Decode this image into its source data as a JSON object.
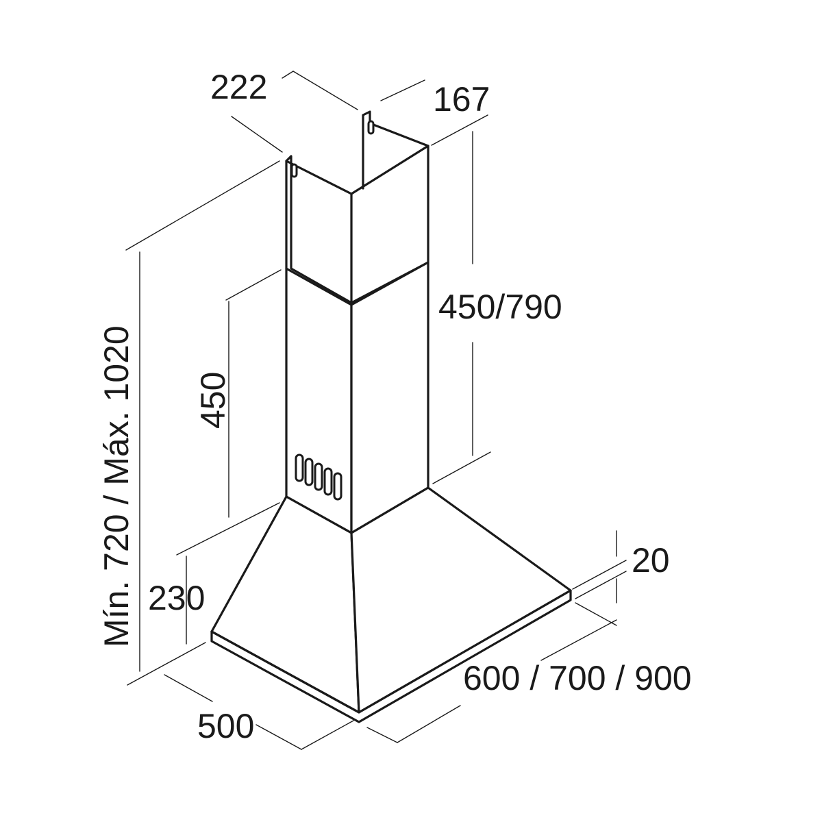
{
  "colors": {
    "ink": "#1a1a1a",
    "background": "#ffffff"
  },
  "dimensions": {
    "chimney_depth": "222",
    "chimney_width": "167",
    "upper_chimney_height": "450/790",
    "lower_chimney_height": "450",
    "total_height": "Mín. 720 / Máx. 1020",
    "canopy_height": "230",
    "rim_thickness": "20",
    "hood_depth": "500",
    "hood_width": "600 / 700 / 900"
  }
}
